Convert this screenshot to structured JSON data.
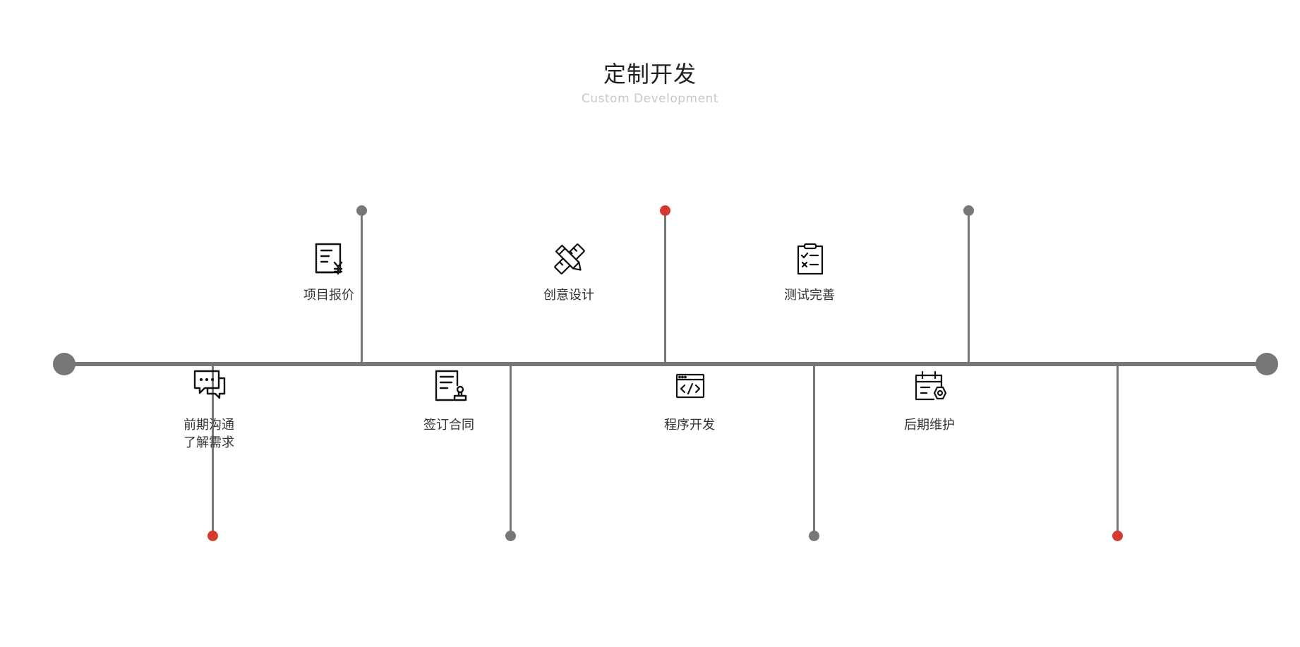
{
  "header": {
    "title": "定制开发",
    "subtitle": "Custom Development"
  },
  "colors": {
    "line": "#777777",
    "accent_red": "#d23b2e",
    "node_gray": "#777777"
  },
  "steps": [
    {
      "label": "前期沟通\n了解需求",
      "icon": "chat-bubbles-icon",
      "node_color": "#d23b2e"
    },
    {
      "label": "项目报价",
      "icon": "yuan-document-icon",
      "node_color": "#777777"
    },
    {
      "label": "签订合同",
      "icon": "contract-stamp-icon",
      "node_color": "#777777"
    },
    {
      "label": "创意设计",
      "icon": "pencil-ruler-icon",
      "node_color": "#d23b2e"
    },
    {
      "label": "程序开发",
      "icon": "code-window-icon",
      "node_color": "#777777"
    },
    {
      "label": "测试完善",
      "icon": "checklist-clipboard-icon",
      "node_color": "#777777"
    },
    {
      "label": "后期维护",
      "icon": "calendar-gear-icon",
      "node_color": "#d23b2e"
    }
  ]
}
